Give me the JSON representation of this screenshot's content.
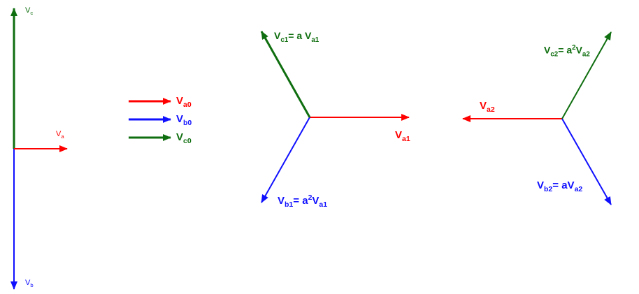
{
  "colors": {
    "a": "#ff0000",
    "b": "#1010ff",
    "c": "#0f6e0f"
  },
  "panel_unbalanced": {
    "va": {
      "base": "V",
      "sub": "a"
    },
    "vb": {
      "base": "V",
      "sub": "b"
    },
    "vc": {
      "base": "V",
      "sub": "c"
    }
  },
  "panel_zero": {
    "va0": {
      "base": "V",
      "sub": "a0"
    },
    "vb0": {
      "base": "V",
      "sub": "b0"
    },
    "vc0": {
      "base": "V",
      "sub": "c0"
    }
  },
  "panel_positive": {
    "va1": {
      "base": "V",
      "sub": "a1"
    },
    "vb1": {
      "base": "V",
      "sub": "b1",
      "eq": "= a",
      "sup": "2",
      "rbase": "V",
      "rsub": "a1"
    },
    "vc1": {
      "base": "V",
      "sub": "c1",
      "eq": "= a V",
      "rsub": "a1"
    }
  },
  "panel_negative": {
    "va2": {
      "base": "V",
      "sub": "a2"
    },
    "vb2": {
      "base": "V",
      "sub": "b2",
      "eq": "= aV",
      "rsub": "a2"
    },
    "vc2": {
      "base": "V",
      "sub": "c2",
      "eq": "= a",
      "sup": "2",
      "rbase": "V",
      "rsub": "a2"
    }
  }
}
